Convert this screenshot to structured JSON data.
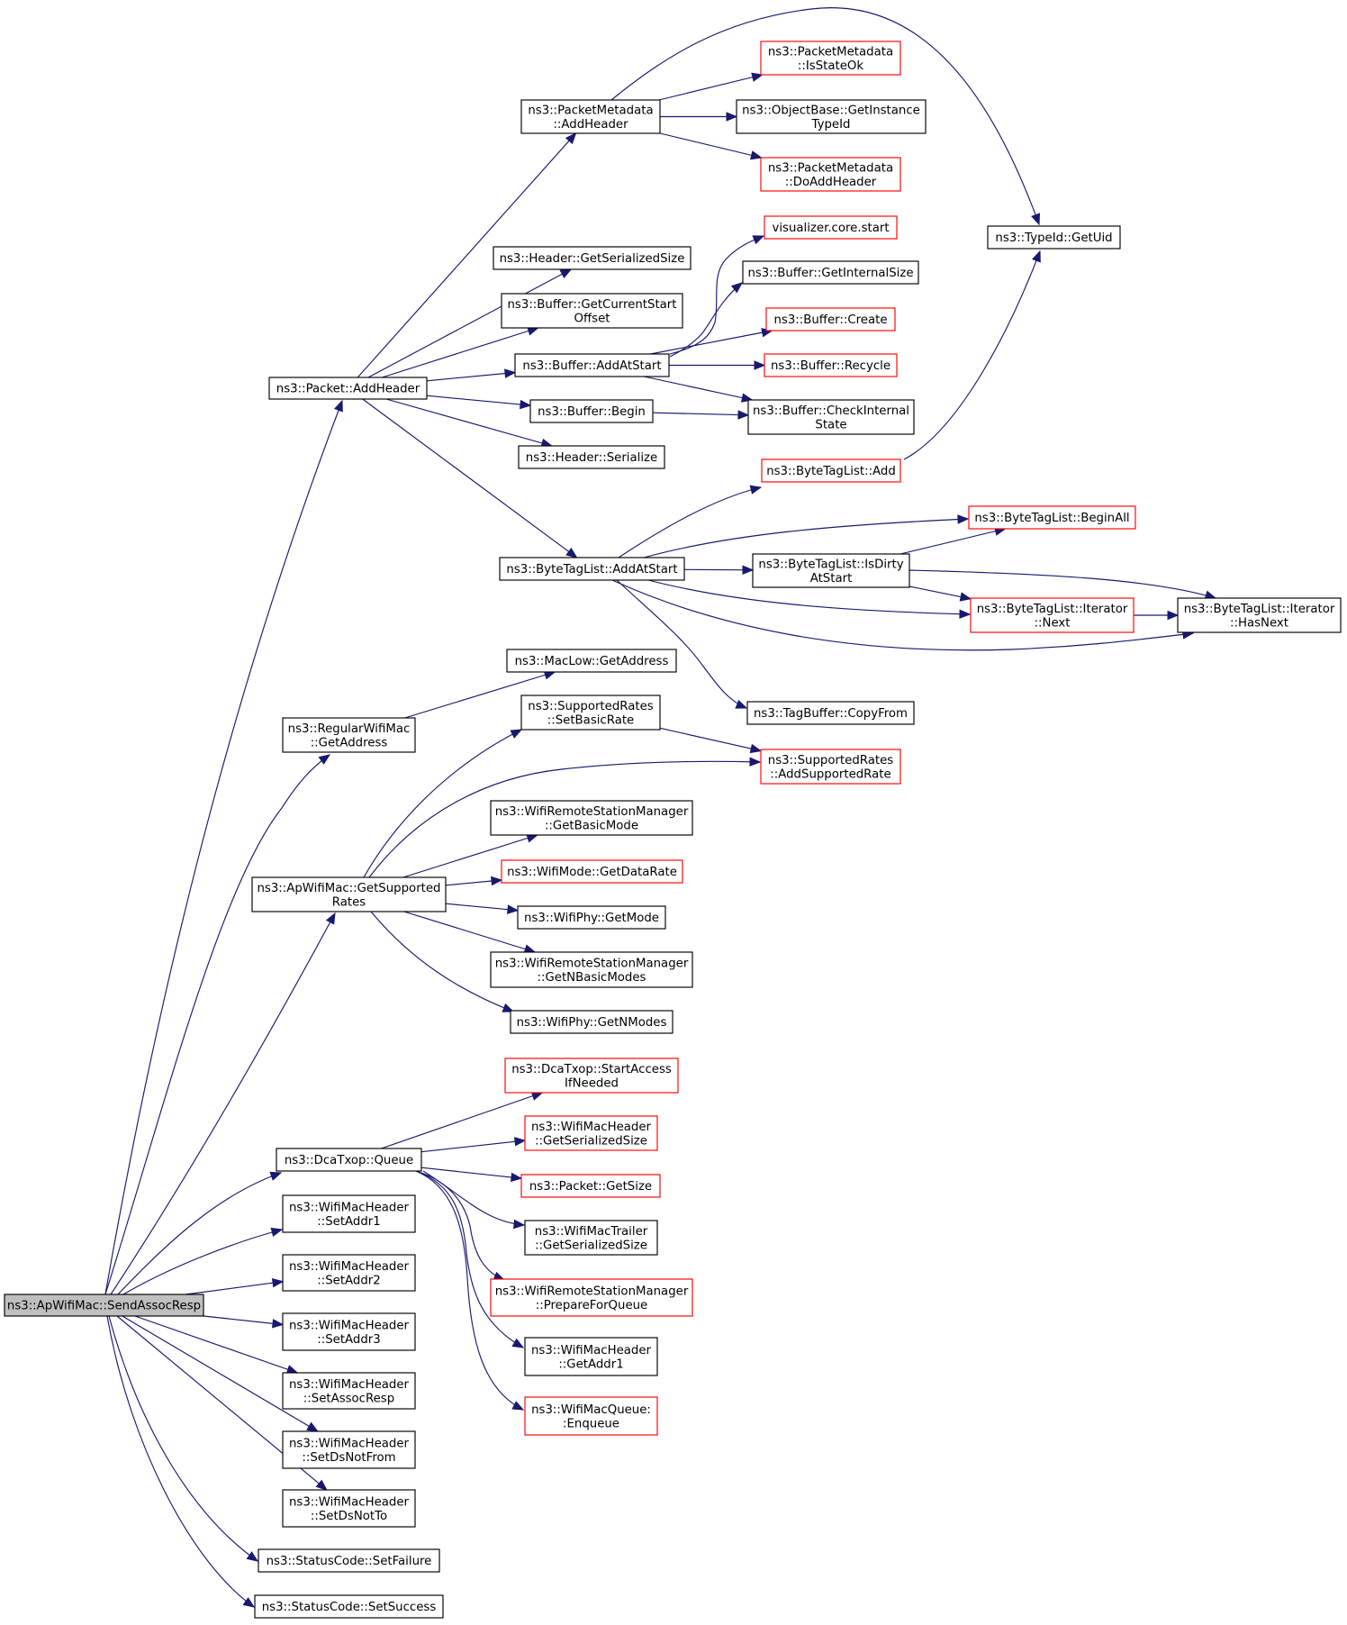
{
  "diagram": {
    "type": "call-graph",
    "colors": {
      "edge": "#191970",
      "node_border": "#000000",
      "truncated_border": "#ff0000",
      "root_fill": "#bfbfbf"
    },
    "nodes": [
      {
        "id": "sendassocresp",
        "lines": [
          "ns3::ApWifiMac::SendAssocResp"
        ],
        "style": "root"
      },
      {
        "id": "packet_addheader",
        "lines": [
          "ns3::Packet::AddHeader"
        ],
        "style": "normal"
      },
      {
        "id": "pm_addheader",
        "lines": [
          "ns3::PacketMetadata",
          "::AddHeader"
        ],
        "style": "normal"
      },
      {
        "id": "pm_isstateok",
        "lines": [
          "ns3::PacketMetadata",
          "::IsStateOk"
        ],
        "style": "truncated"
      },
      {
        "id": "ob_getinstancetypeid",
        "lines": [
          "ns3::ObjectBase::GetInstance",
          "TypeId"
        ],
        "style": "normal"
      },
      {
        "id": "pm_doaddheader",
        "lines": [
          "ns3::PacketMetadata",
          "::DoAddHeader"
        ],
        "style": "truncated"
      },
      {
        "id": "typeid_getuid",
        "lines": [
          "ns3::TypeId::GetUid"
        ],
        "style": "normal"
      },
      {
        "id": "header_getserializedsize",
        "lines": [
          "ns3::Header::GetSerializedSize"
        ],
        "style": "normal"
      },
      {
        "id": "buffer_getcurrentstartoffset",
        "lines": [
          "ns3::Buffer::GetCurrentStart",
          "Offset"
        ],
        "style": "normal"
      },
      {
        "id": "buffer_addatstart",
        "lines": [
          "ns3::Buffer::AddAtStart"
        ],
        "style": "normal"
      },
      {
        "id": "visualizer_core_start",
        "lines": [
          "visualizer.core.start"
        ],
        "style": "truncated"
      },
      {
        "id": "buffer_getinternalsize",
        "lines": [
          "ns3::Buffer::GetInternalSize"
        ],
        "style": "normal"
      },
      {
        "id": "buffer_create",
        "lines": [
          "ns3::Buffer::Create"
        ],
        "style": "truncated"
      },
      {
        "id": "buffer_recycle",
        "lines": [
          "ns3::Buffer::Recycle"
        ],
        "style": "truncated"
      },
      {
        "id": "buffer_checkinternalstate",
        "lines": [
          "ns3::Buffer::CheckInternal",
          "State"
        ],
        "style": "normal"
      },
      {
        "id": "buffer_begin",
        "lines": [
          "ns3::Buffer::Begin"
        ],
        "style": "normal"
      },
      {
        "id": "header_serialize",
        "lines": [
          "ns3::Header::Serialize"
        ],
        "style": "normal"
      },
      {
        "id": "btl_add",
        "lines": [
          "ns3::ByteTagList::Add"
        ],
        "style": "truncated"
      },
      {
        "id": "btl_addatstart",
        "lines": [
          "ns3::ByteTagList::AddAtStart"
        ],
        "style": "normal"
      },
      {
        "id": "btl_beginall",
        "lines": [
          "ns3::ByteTagList::BeginAll"
        ],
        "style": "truncated"
      },
      {
        "id": "btl_isdirtyatstart",
        "lines": [
          "ns3::ByteTagList::IsDirty",
          "AtStart"
        ],
        "style": "normal"
      },
      {
        "id": "btl_iterator_next",
        "lines": [
          "ns3::ByteTagList::Iterator",
          "::Next"
        ],
        "style": "truncated"
      },
      {
        "id": "btl_iterator_hasnext",
        "lines": [
          "ns3::ByteTagList::Iterator",
          "::HasNext"
        ],
        "style": "normal"
      },
      {
        "id": "tagbuffer_copyfrom",
        "lines": [
          "ns3::TagBuffer::CopyFrom"
        ],
        "style": "normal"
      },
      {
        "id": "maclow_getaddress",
        "lines": [
          "ns3::MacLow::GetAddress"
        ],
        "style": "normal"
      },
      {
        "id": "regularwifimac_getaddress",
        "lines": [
          "ns3::RegularWifiMac",
          "::GetAddress"
        ],
        "style": "normal"
      },
      {
        "id": "sr_setbasicrate",
        "lines": [
          "ns3::SupportedRates",
          "::SetBasicRate"
        ],
        "style": "normal"
      },
      {
        "id": "sr_addsupportedrate",
        "lines": [
          "ns3::SupportedRates",
          "::AddSupportedRate"
        ],
        "style": "truncated"
      },
      {
        "id": "apwifimac_getsupportedrates",
        "lines": [
          "ns3::ApWifiMac::GetSupported",
          "Rates"
        ],
        "style": "normal"
      },
      {
        "id": "wrsm_getbasicmode",
        "lines": [
          "ns3::WifiRemoteStationManager",
          "::GetBasicMode"
        ],
        "style": "normal"
      },
      {
        "id": "wifimode_getdatarate",
        "lines": [
          "ns3::WifiMode::GetDataRate"
        ],
        "style": "truncated"
      },
      {
        "id": "wifiphy_getmode",
        "lines": [
          "ns3::WifiPhy::GetMode"
        ],
        "style": "normal"
      },
      {
        "id": "wrsm_getnbasicmodes",
        "lines": [
          "ns3::WifiRemoteStationManager",
          "::GetNBasicModes"
        ],
        "style": "normal"
      },
      {
        "id": "wifiphy_getnmodes",
        "lines": [
          "ns3::WifiPhy::GetNModes"
        ],
        "style": "normal"
      },
      {
        "id": "dcatxop_queue",
        "lines": [
          "ns3::DcaTxop::Queue"
        ],
        "style": "normal"
      },
      {
        "id": "dcatxop_startaccessifneeded",
        "lines": [
          "ns3::DcaTxop::StartAccess",
          "IfNeeded"
        ],
        "style": "truncated"
      },
      {
        "id": "wmh_getserializedsize",
        "lines": [
          "ns3::WifiMacHeader",
          "::GetSerializedSize"
        ],
        "style": "truncated"
      },
      {
        "id": "packet_getsize",
        "lines": [
          "ns3::Packet::GetSize"
        ],
        "style": "truncated"
      },
      {
        "id": "wmt_getserializedsize",
        "lines": [
          "ns3::WifiMacTrailer",
          "::GetSerializedSize"
        ],
        "style": "normal"
      },
      {
        "id": "wrsm_prepareforqueue",
        "lines": [
          "ns3::WifiRemoteStationManager",
          "::PrepareForQueue"
        ],
        "style": "truncated"
      },
      {
        "id": "wmh_getaddr1",
        "lines": [
          "ns3::WifiMacHeader",
          "::GetAddr1"
        ],
        "style": "normal"
      },
      {
        "id": "wifimacqueue_enqueue",
        "lines": [
          "ns3::WifiMacQueue:",
          ":Enqueue"
        ],
        "style": "truncated"
      },
      {
        "id": "wmh_setaddr1",
        "lines": [
          "ns3::WifiMacHeader",
          "::SetAddr1"
        ],
        "style": "normal"
      },
      {
        "id": "wmh_setaddr2",
        "lines": [
          "ns3::WifiMacHeader",
          "::SetAddr2"
        ],
        "style": "normal"
      },
      {
        "id": "wmh_setaddr3",
        "lines": [
          "ns3::WifiMacHeader",
          "::SetAddr3"
        ],
        "style": "normal"
      },
      {
        "id": "wmh_setassocresp",
        "lines": [
          "ns3::WifiMacHeader",
          "::SetAssocResp"
        ],
        "style": "normal"
      },
      {
        "id": "wmh_setdsnotfrom",
        "lines": [
          "ns3::WifiMacHeader",
          "::SetDsNotFrom"
        ],
        "style": "normal"
      },
      {
        "id": "wmh_setdsnotto",
        "lines": [
          "ns3::WifiMacHeader",
          "::SetDsNotTo"
        ],
        "style": "normal"
      },
      {
        "id": "statuscode_setfailure",
        "lines": [
          "ns3::StatusCode::SetFailure"
        ],
        "style": "normal"
      },
      {
        "id": "statuscode_setsuccess",
        "lines": [
          "ns3::StatusCode::SetSuccess"
        ],
        "style": "normal"
      }
    ],
    "edges": [
      [
        "sendassocresp",
        "packet_addheader"
      ],
      [
        "sendassocresp",
        "regularwifimac_getaddress"
      ],
      [
        "sendassocresp",
        "apwifimac_getsupportedrates"
      ],
      [
        "sendassocresp",
        "dcatxop_queue"
      ],
      [
        "sendassocresp",
        "wmh_setaddr1"
      ],
      [
        "sendassocresp",
        "wmh_setaddr2"
      ],
      [
        "sendassocresp",
        "wmh_setaddr3"
      ],
      [
        "sendassocresp",
        "wmh_setassocresp"
      ],
      [
        "sendassocresp",
        "wmh_setdsnotfrom"
      ],
      [
        "sendassocresp",
        "wmh_setdsnotto"
      ],
      [
        "sendassocresp",
        "statuscode_setfailure"
      ],
      [
        "sendassocresp",
        "statuscode_setsuccess"
      ],
      [
        "packet_addheader",
        "pm_addheader"
      ],
      [
        "packet_addheader",
        "header_getserializedsize"
      ],
      [
        "packet_addheader",
        "buffer_getcurrentstartoffset"
      ],
      [
        "packet_addheader",
        "buffer_addatstart"
      ],
      [
        "packet_addheader",
        "buffer_begin"
      ],
      [
        "packet_addheader",
        "header_serialize"
      ],
      [
        "packet_addheader",
        "btl_addatstart"
      ],
      [
        "pm_addheader",
        "pm_isstateok"
      ],
      [
        "pm_addheader",
        "ob_getinstancetypeid"
      ],
      [
        "pm_addheader",
        "pm_doaddheader"
      ],
      [
        "pm_addheader",
        "typeid_getuid"
      ],
      [
        "buffer_addatstart",
        "visualizer_core_start"
      ],
      [
        "buffer_addatstart",
        "buffer_getinternalsize"
      ],
      [
        "buffer_addatstart",
        "buffer_create"
      ],
      [
        "buffer_addatstart",
        "buffer_recycle"
      ],
      [
        "buffer_addatstart",
        "buffer_checkinternalstate"
      ],
      [
        "buffer_begin",
        "buffer_checkinternalstate"
      ],
      [
        "btl_add",
        "typeid_getuid"
      ],
      [
        "btl_addatstart",
        "btl_add"
      ],
      [
        "btl_addatstart",
        "btl_beginall"
      ],
      [
        "btl_addatstart",
        "btl_isdirtyatstart"
      ],
      [
        "btl_addatstart",
        "btl_iterator_next"
      ],
      [
        "btl_addatstart",
        "btl_iterator_hasnext"
      ],
      [
        "btl_addatstart",
        "tagbuffer_copyfrom"
      ],
      [
        "btl_isdirtyatstart",
        "btl_beginall"
      ],
      [
        "btl_isdirtyatstart",
        "btl_iterator_next"
      ],
      [
        "btl_isdirtyatstart",
        "btl_iterator_hasnext"
      ],
      [
        "btl_iterator_next",
        "btl_iterator_hasnext"
      ],
      [
        "regularwifimac_getaddress",
        "maclow_getaddress"
      ],
      [
        "apwifimac_getsupportedrates",
        "sr_setbasicrate"
      ],
      [
        "apwifimac_getsupportedrates",
        "sr_addsupportedrate"
      ],
      [
        "apwifimac_getsupportedrates",
        "wrsm_getbasicmode"
      ],
      [
        "apwifimac_getsupportedrates",
        "wifimode_getdatarate"
      ],
      [
        "apwifimac_getsupportedrates",
        "wifiphy_getmode"
      ],
      [
        "apwifimac_getsupportedrates",
        "wrsm_getnbasicmodes"
      ],
      [
        "apwifimac_getsupportedrates",
        "wifiphy_getnmodes"
      ],
      [
        "sr_setbasicrate",
        "sr_addsupportedrate"
      ],
      [
        "dcatxop_queue",
        "dcatxop_startaccessifneeded"
      ],
      [
        "dcatxop_queue",
        "wmh_getserializedsize"
      ],
      [
        "dcatxop_queue",
        "packet_getsize"
      ],
      [
        "dcatxop_queue",
        "wmt_getserializedsize"
      ],
      [
        "dcatxop_queue",
        "wrsm_prepareforqueue"
      ],
      [
        "dcatxop_queue",
        "wmh_getaddr1"
      ],
      [
        "dcatxop_queue",
        "wifimacqueue_enqueue"
      ]
    ]
  }
}
